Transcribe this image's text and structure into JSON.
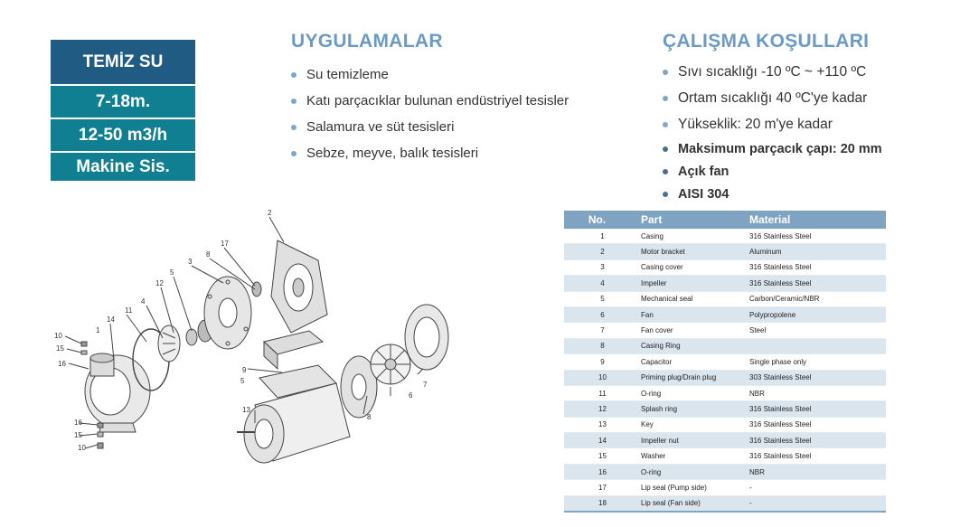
{
  "badges": [
    "TEMİZ SU",
    "7-18m.",
    "12-50 m3/h",
    "Makine Sis."
  ],
  "applications": {
    "title": "UYGULAMALAR",
    "items": [
      "Su temizleme",
      "Katı parçacıklar bulunan endüstriyel tesisler",
      "Salamura ve süt tesisleri",
      "Sebze, meyve, balık tesisleri"
    ]
  },
  "conditions": {
    "title": "ÇALIŞMA KOŞULLARI",
    "items": [
      "Sıvı sıcaklığı -10 ºC ~ +110 ºC",
      "Ortam sıcaklığı 40 ºC'ye kadar",
      "Yükseklik: 20 m'ye kadar"
    ],
    "bold_items": [
      "Maksimum parçacık çapı: 20 mm",
      "Açık fan",
      "AISI 304"
    ]
  },
  "drawing": {
    "labels": [
      "2",
      "17",
      "3",
      "8",
      "5",
      "12",
      "4",
      "11",
      "14",
      "1",
      "10",
      "15",
      "16",
      "9",
      "13",
      "6",
      "7",
      "16",
      "15",
      "10",
      "8",
      "5"
    ]
  },
  "parts_table": {
    "headers": [
      "No.",
      "Part",
      "Material"
    ],
    "rows": [
      [
        "1",
        "Casing",
        "316 Stainless Steel"
      ],
      [
        "2",
        "Motor bracket",
        "Aluminum"
      ],
      [
        "3",
        "Casing cover",
        "316 Stainless Steel"
      ],
      [
        "4",
        "Impeller",
        "316 Stainless Steel"
      ],
      [
        "5",
        "Mechanical seal",
        "Carbon/Ceramic/NBR"
      ],
      [
        "6",
        "Fan",
        "Polypropolene"
      ],
      [
        "7",
        "Fan cover",
        "Steel"
      ],
      [
        "8",
        "Casing Ring",
        ""
      ],
      [
        "9",
        "Capacitor",
        "Single phase only"
      ],
      [
        "10",
        "Priming plug/Drain plug",
        "303 Stainless Steel"
      ],
      [
        "11",
        "O-ring",
        "NBR"
      ],
      [
        "12",
        "Splash ring",
        "316 Stainless Steel"
      ],
      [
        "13",
        "Key",
        "316 Stainless Steel"
      ],
      [
        "14",
        "Impeller nut",
        "316 Stainless Steel"
      ],
      [
        "15",
        "Washer",
        "316 Stainless Steel"
      ],
      [
        "16",
        "O-ring",
        "NBR"
      ],
      [
        "17",
        "Lip seal (Pump side)",
        "-"
      ],
      [
        "18",
        "Lip seal (Fan side)",
        "-"
      ]
    ]
  },
  "colors": {
    "badge_dark": "#1f5b82",
    "badge_teal": "#117f92",
    "heading": "#6b9ac4",
    "table_header": "#7fa4c1",
    "table_stripe": "#dbe5ee"
  }
}
